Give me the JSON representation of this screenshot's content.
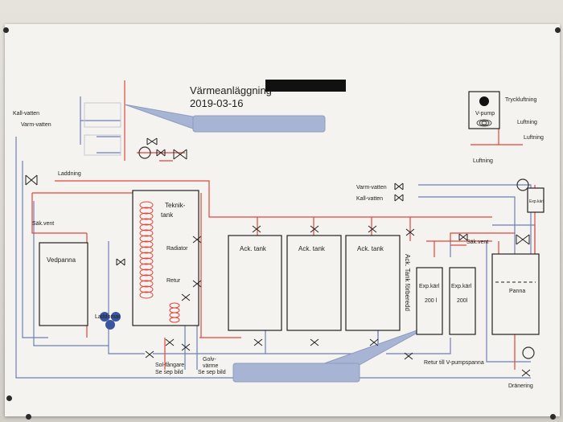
{
  "title": "Värmeanläggning",
  "date": "2019-03-16",
  "labels": {
    "kallvatten": "Kall-vatten",
    "varmvatten_left": "Varm-vatten",
    "laddning": "Laddning",
    "sakvent_left": "Säk.vent",
    "vedpanna": "Vedpanna",
    "laddomat": "Laddomat",
    "teknik": "Teknik-",
    "tank": "tank",
    "radiator": "Radiator",
    "retur": "Retur",
    "solfangare": "Sol-fångare",
    "se_sep_bild_1": "Se sep bild",
    "golvvarme": "Golv-",
    "golvvarme2": "värme",
    "se_sep_bild_2": "Se sep bild",
    "ack_tank_1": "Ack. tank",
    "ack_tank_2": "Ack. tank",
    "ack_tank_3": "Ack. tank",
    "ack_tank_forberedd": "Ack. Tank förberedd",
    "varmvatten_right": "Varm-vatten",
    "kallvatten_right": "Kall-vatten",
    "sakvent_right": "Säk.vent",
    "exp_karl_1": "Exp.kärl",
    "exp_karl_1_vol": "200 l",
    "exp_karl_2": "Exp.kärl",
    "exp_karl_2_vol": "200l",
    "panna": "Panna",
    "retur_vpump": "Retur till V-pumpspanna",
    "luftning_top": "Luftning",
    "tryckluftning": "Tryckluftning",
    "luftning_a": "Luftning",
    "luftning_b": "Luftning",
    "vpump": "V-pump",
    "dranering": "Dränering",
    "exp_small": "Exp.kärl"
  },
  "icons": {
    "radiation": "radiation-icon",
    "coil": "heat-coil-icon",
    "valve": "valve-icon",
    "check_valve": "check-valve-icon",
    "pump": "pump-icon"
  },
  "colors": {
    "supply": "#e2463c",
    "return": "#6e7fb6"
  }
}
